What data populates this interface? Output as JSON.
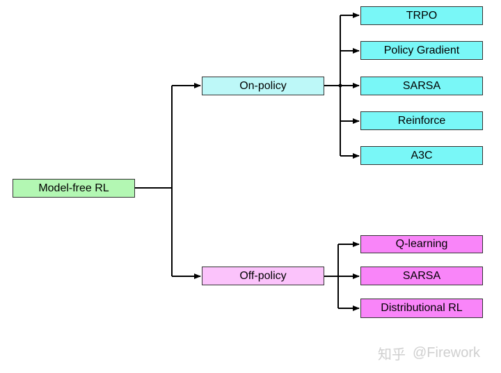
{
  "colors": {
    "root_fill": "#b3f7b3",
    "on_fill": "#bdf8f8",
    "on_leaf_fill": "#79f7f7",
    "off_fill": "#fbc3fb",
    "off_leaf_fill": "#f985f9",
    "edge": "#000000",
    "border": "#333333"
  },
  "nodes": {
    "root": "Model-free RL",
    "on_policy": "On-policy",
    "off_policy": "Off-policy",
    "on_leaves": [
      "TRPO",
      "Policy Gradient",
      "SARSA",
      "Reinforce",
      "A3C"
    ],
    "off_leaves": [
      "Q-learning",
      "SARSA",
      "Distributional RL"
    ]
  },
  "watermark": {
    "cn": "知乎",
    "handle": "@Firework"
  }
}
